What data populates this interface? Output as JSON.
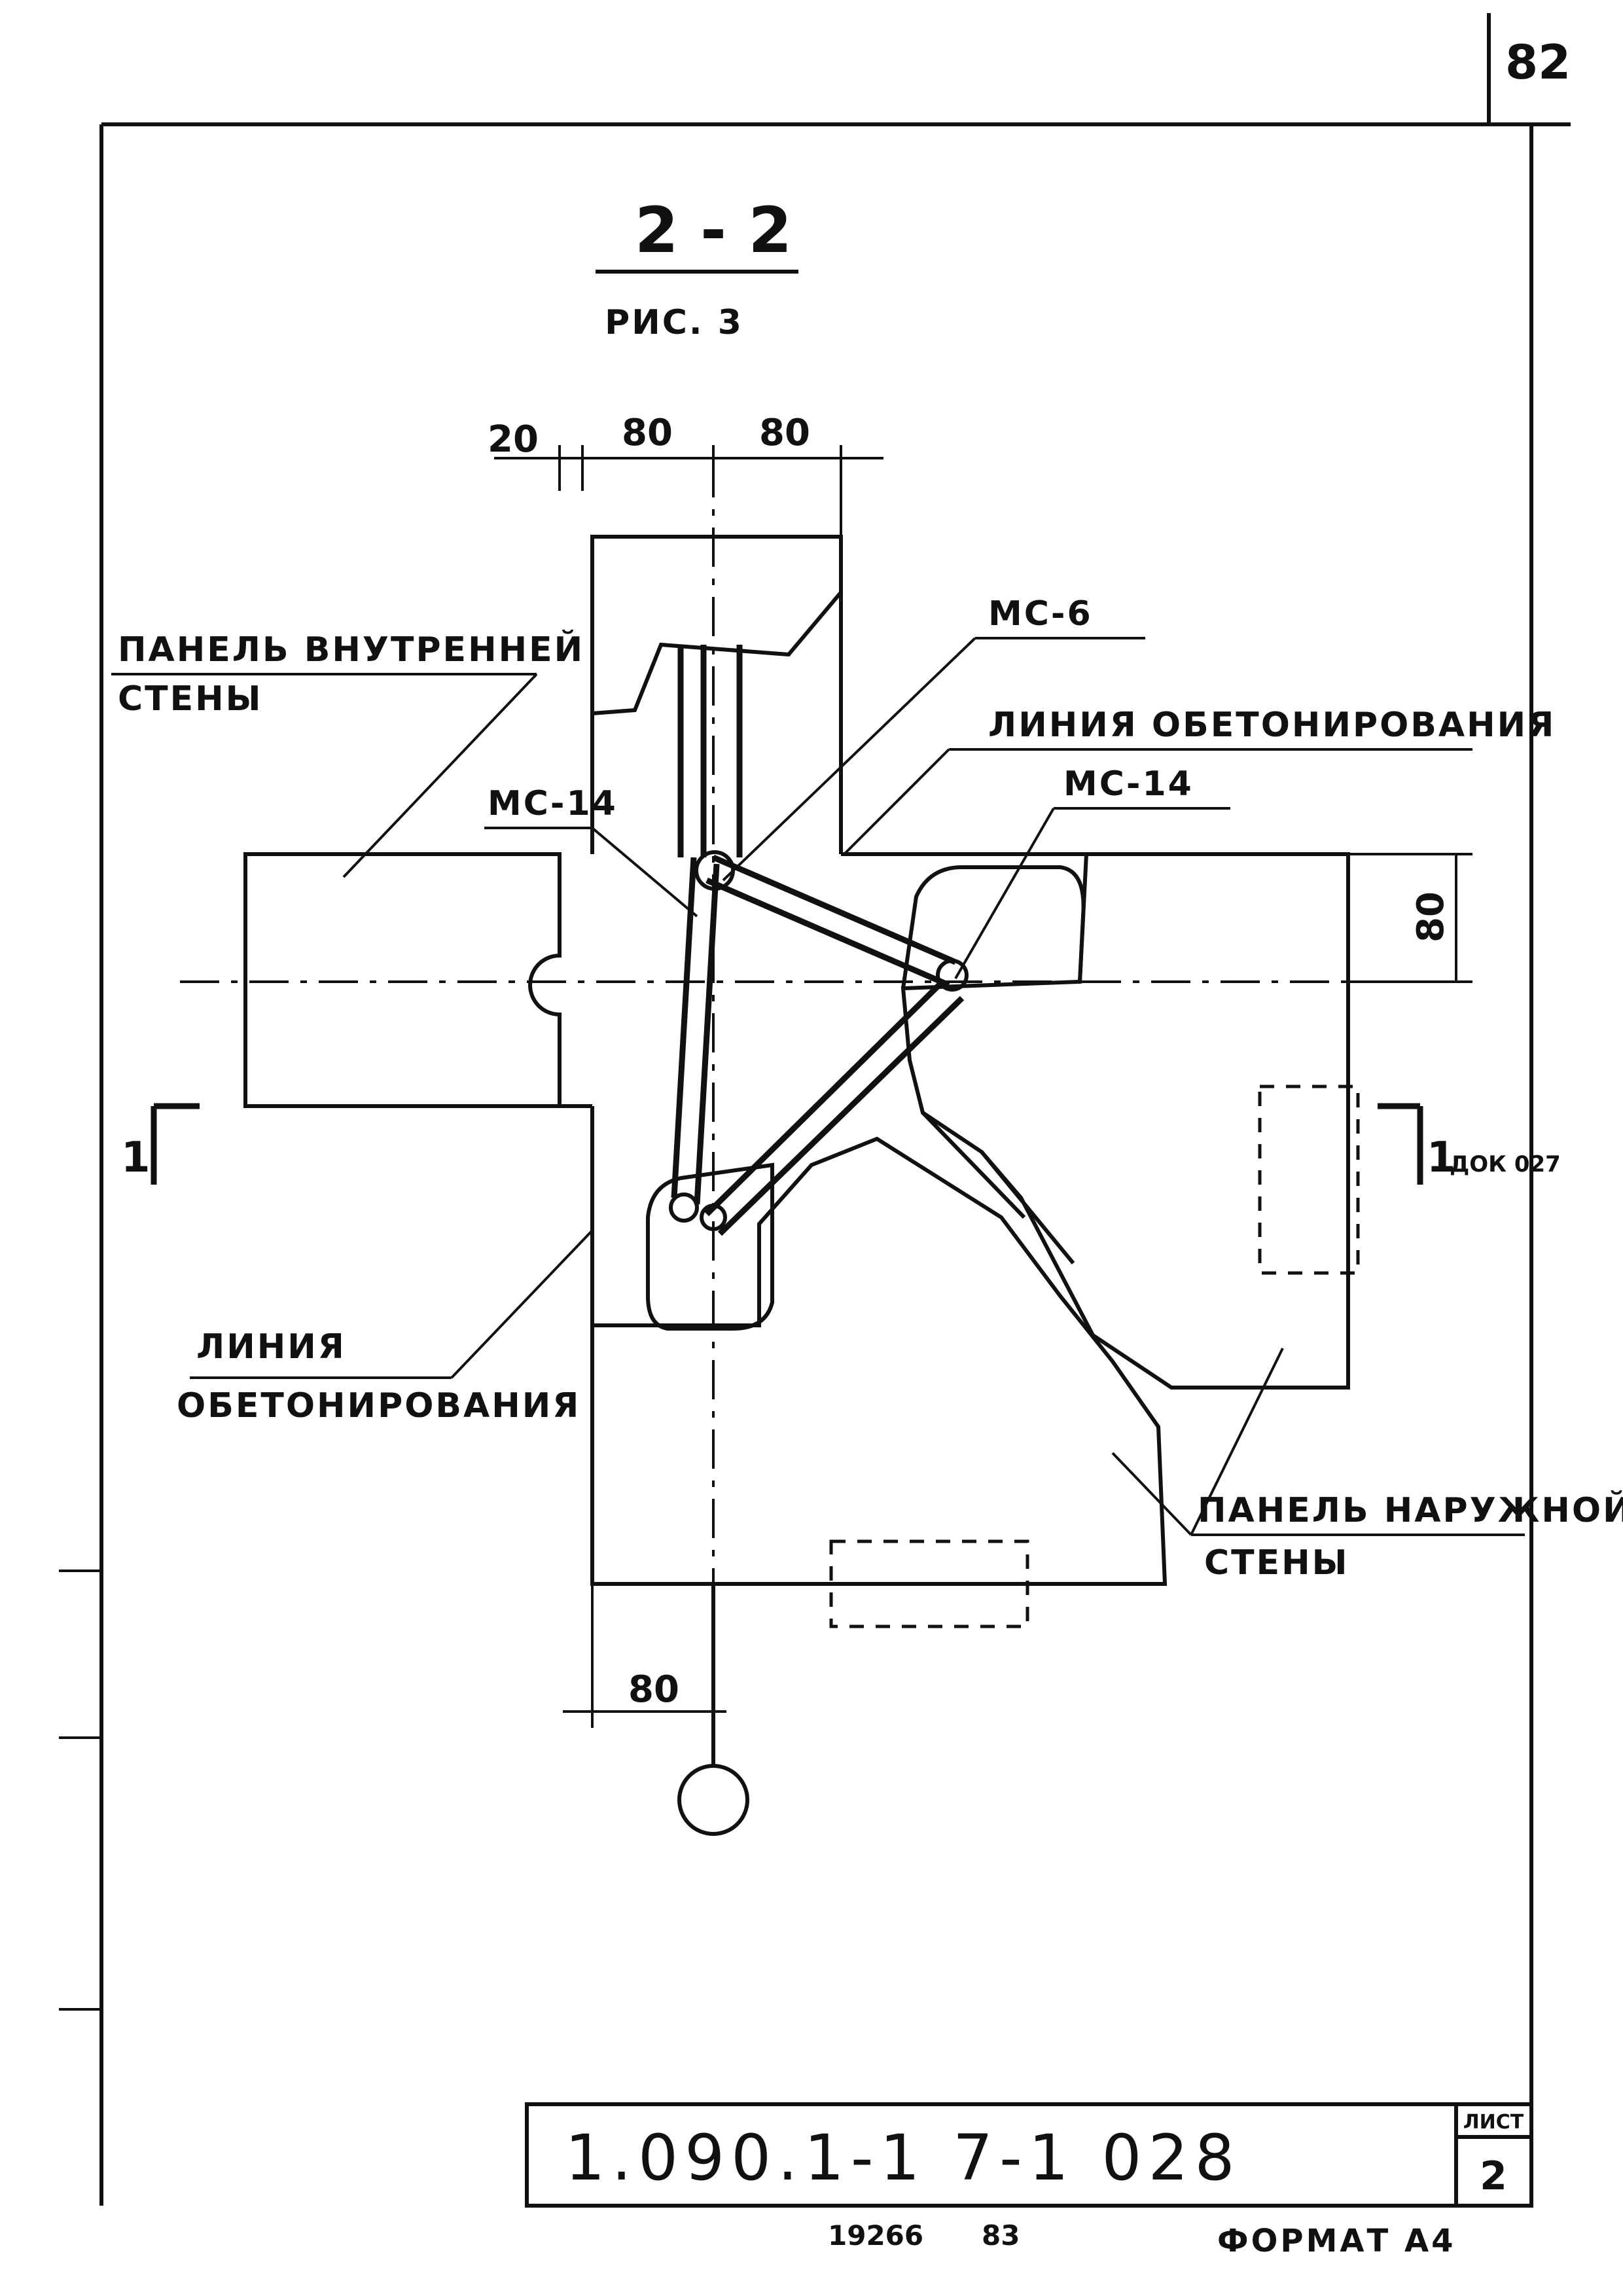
{
  "page_number": "82",
  "title": "2 - 2",
  "subtitle": "РИС. 3",
  "dimensions": {
    "d20": "20",
    "d80_left": "80",
    "d80_right": "80",
    "d80_vertical": "80",
    "d80_bottom": "80"
  },
  "labels": {
    "inner_panel_1": "ПАНЕЛЬ ВНУТРЕННЕЙ",
    "inner_panel_2": "СТЕНЫ",
    "mc6": "МС-6",
    "concrete_line_top": "ЛИНИЯ ОБЕТОНИРОВАНИЯ",
    "mc14_left": "МС-14",
    "mc14_right": "МС-14",
    "concrete_line_left_1": "ЛИНИЯ",
    "concrete_line_left_2": "ОБЕТОНИРОВАНИЯ",
    "outer_panel_1": "ПАНЕЛЬ НАРУЖНОЙ",
    "outer_panel_2": "СТЕНЫ",
    "section_left": "1",
    "section_right": "1",
    "section_ref": "ДОК 027"
  },
  "title_block": {
    "code": "1.090.1-1 7-1 028",
    "sheet_label": "ЛИСТ",
    "sheet_number": "2"
  },
  "footer": {
    "num1": "19266",
    "num2": "83",
    "format": "ФОРМАТ А4"
  }
}
